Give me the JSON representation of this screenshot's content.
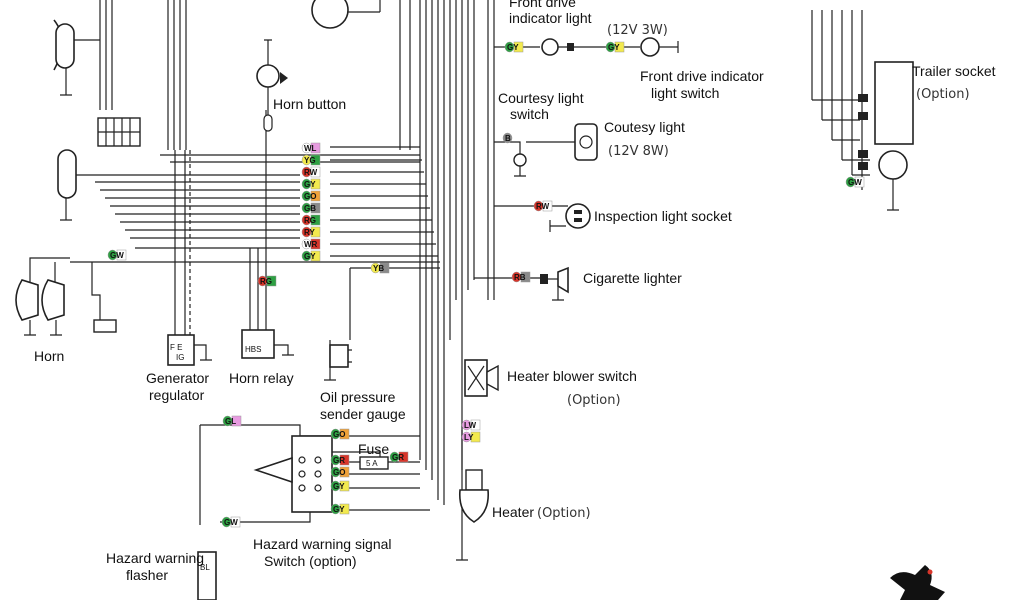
{
  "labels": {
    "front_drive_indicator_light": [
      "Front drive",
      "indicator light"
    ],
    "front_drive_spec": "(12V 3W)",
    "front_drive_indicator_switch": [
      "Front drive indicator",
      "light switch"
    ],
    "trailer_socket": "Trailer socket",
    "trailer_option": "(Option)",
    "horn_button": "Horn button",
    "courtesy_light_switch": [
      "Courtesy light",
      "switch"
    ],
    "coutesy_light": "Coutesy light",
    "coutesy_spec": "(12V 8W)",
    "inspection_light_socket": "Inspection light socket",
    "cigarette_lighter": "Cigarette lighter",
    "heater_blower_switch": "Heater blower switch",
    "heater_blower_option": "(Option)",
    "oil_pressure": [
      "Oil pressure",
      "sender gauge"
    ],
    "fuse": "Fuse",
    "fuse_rating": "5 A",
    "heater": "Heater",
    "heater_option": "(Option)",
    "horn": "Horn",
    "generator_regulator": [
      "Generator",
      "regulator"
    ],
    "horn_relay": "Horn relay",
    "hazard_switch": [
      "Hazard warning signal",
      "Switch (option)"
    ],
    "hazard_flasher": [
      "Hazard warning",
      "flasher"
    ],
    "regulator_terminals": [
      "F E",
      "IG"
    ],
    "relay_terminals": "HBS",
    "flasher_terminal": "BL"
  },
  "wire_tags": {
    "front_gy_1": "GY",
    "front_gy_2": "GY",
    "courtesy_b": "B",
    "inspection_rw": "RW",
    "cigarette_rb": "RB",
    "bundle": [
      "WL",
      "YG",
      "RW",
      "GY",
      "GO",
      "GB",
      "RG",
      "RY",
      "WR",
      "GY"
    ],
    "horn_gw": "GW",
    "yb": "YB",
    "hazard_gl": "GL",
    "hazard_go_top": "GO",
    "hazard_gr": "GR",
    "hazard_go": "GO",
    "hazard_gy_1": "GY",
    "hazard_gy_2": "GY",
    "fuse_gr": "GR",
    "hazard_gw": "GW",
    "trailer_gw": "GW",
    "heater_lw": "LW",
    "heater_ly": "LY",
    "relay_rg": "RG"
  },
  "colors": {
    "green": "#2ea043",
    "yellow": "#f2e94e",
    "red": "#d8352a",
    "white": "#ffffff",
    "grey": "#8a8a8a",
    "pink": "#e79be0",
    "orange": "#f0a23a",
    "black": "#222222",
    "line": "#222222"
  }
}
